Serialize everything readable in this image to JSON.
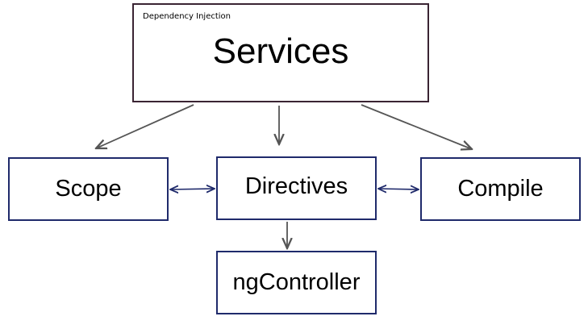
{
  "diagram": {
    "services": {
      "caption": "Dependency Injection",
      "title": "Services"
    },
    "nodes": {
      "scope": "Scope",
      "directives": "Directives",
      "compile": "Compile",
      "ngcontroller": "ngController"
    },
    "colors": {
      "services_border": "#3a2433",
      "node_border": "#1f2a6b",
      "arrow_gray": "#555555",
      "arrow_navy": "#1f2a6b"
    }
  }
}
